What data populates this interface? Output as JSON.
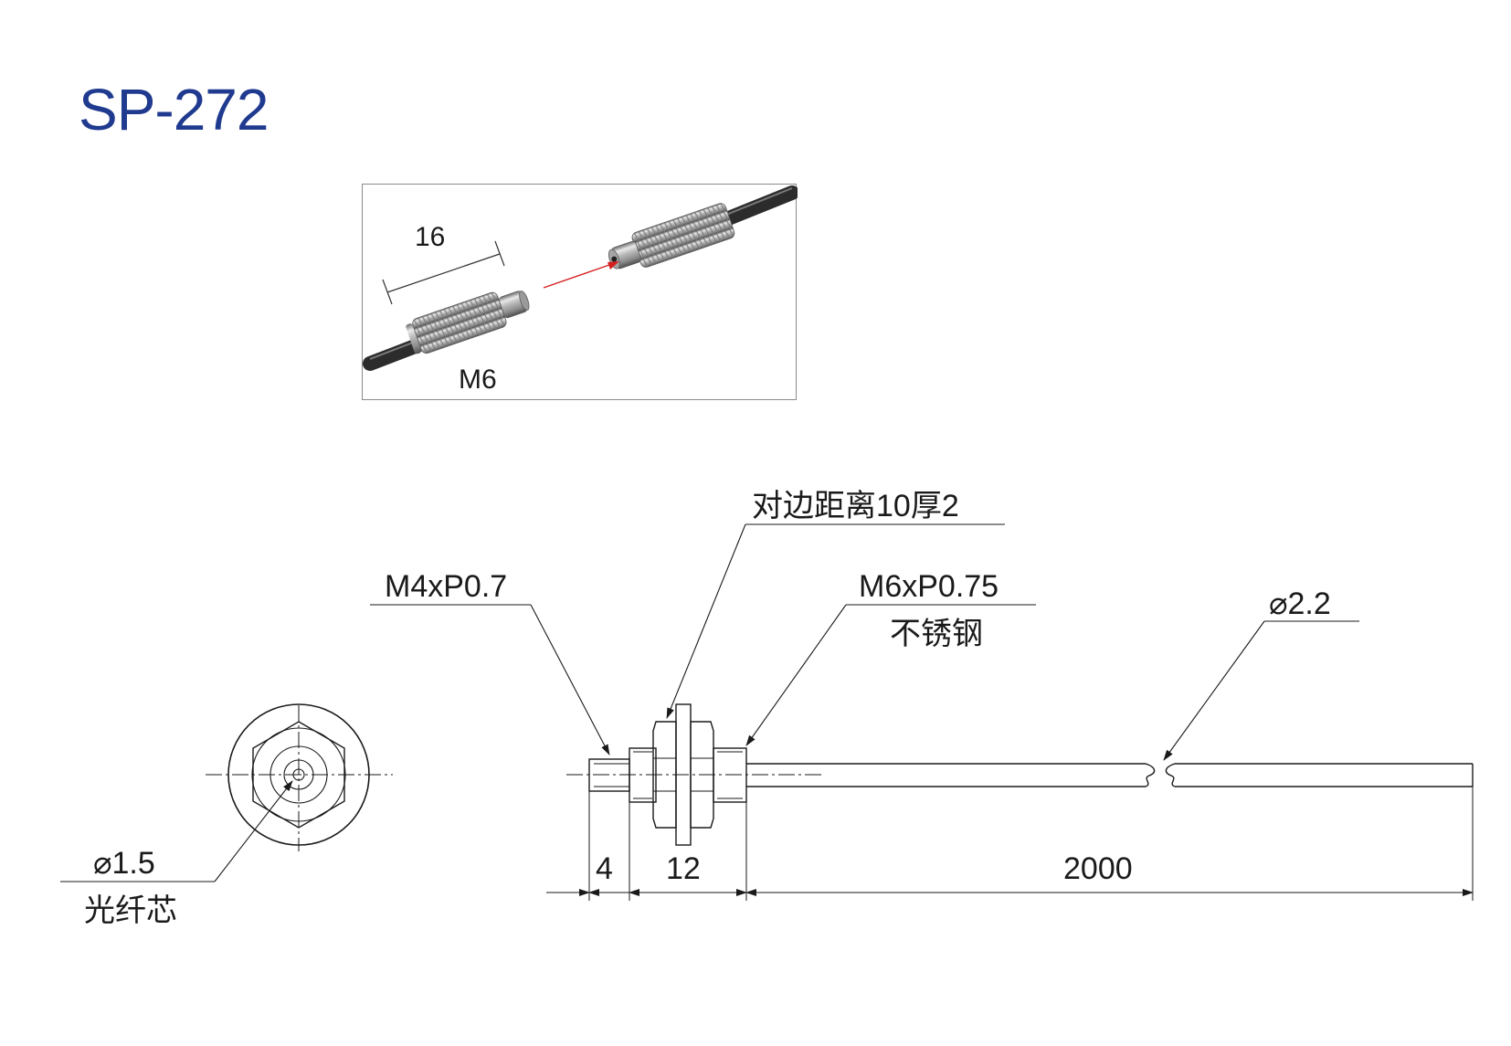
{
  "title": "SP-272",
  "photo": {
    "length_label": "16",
    "thread_label": "M6"
  },
  "callouts": {
    "hex_nut": "对边距离10厚2",
    "tip_thread": "M4xP0.7",
    "body_thread": "M6xP0.75",
    "body_material": "不锈钢",
    "cable_diameter": "⌀2.2",
    "core_diameter": "⌀1.5",
    "core_label": "光纤芯"
  },
  "dimensions": {
    "tip_length": "4",
    "body_length": "12",
    "cable_length": "2000"
  },
  "colors": {
    "title": "#1f3a8f",
    "line": "#1a1a1a",
    "arrow_red": "#d42020"
  }
}
